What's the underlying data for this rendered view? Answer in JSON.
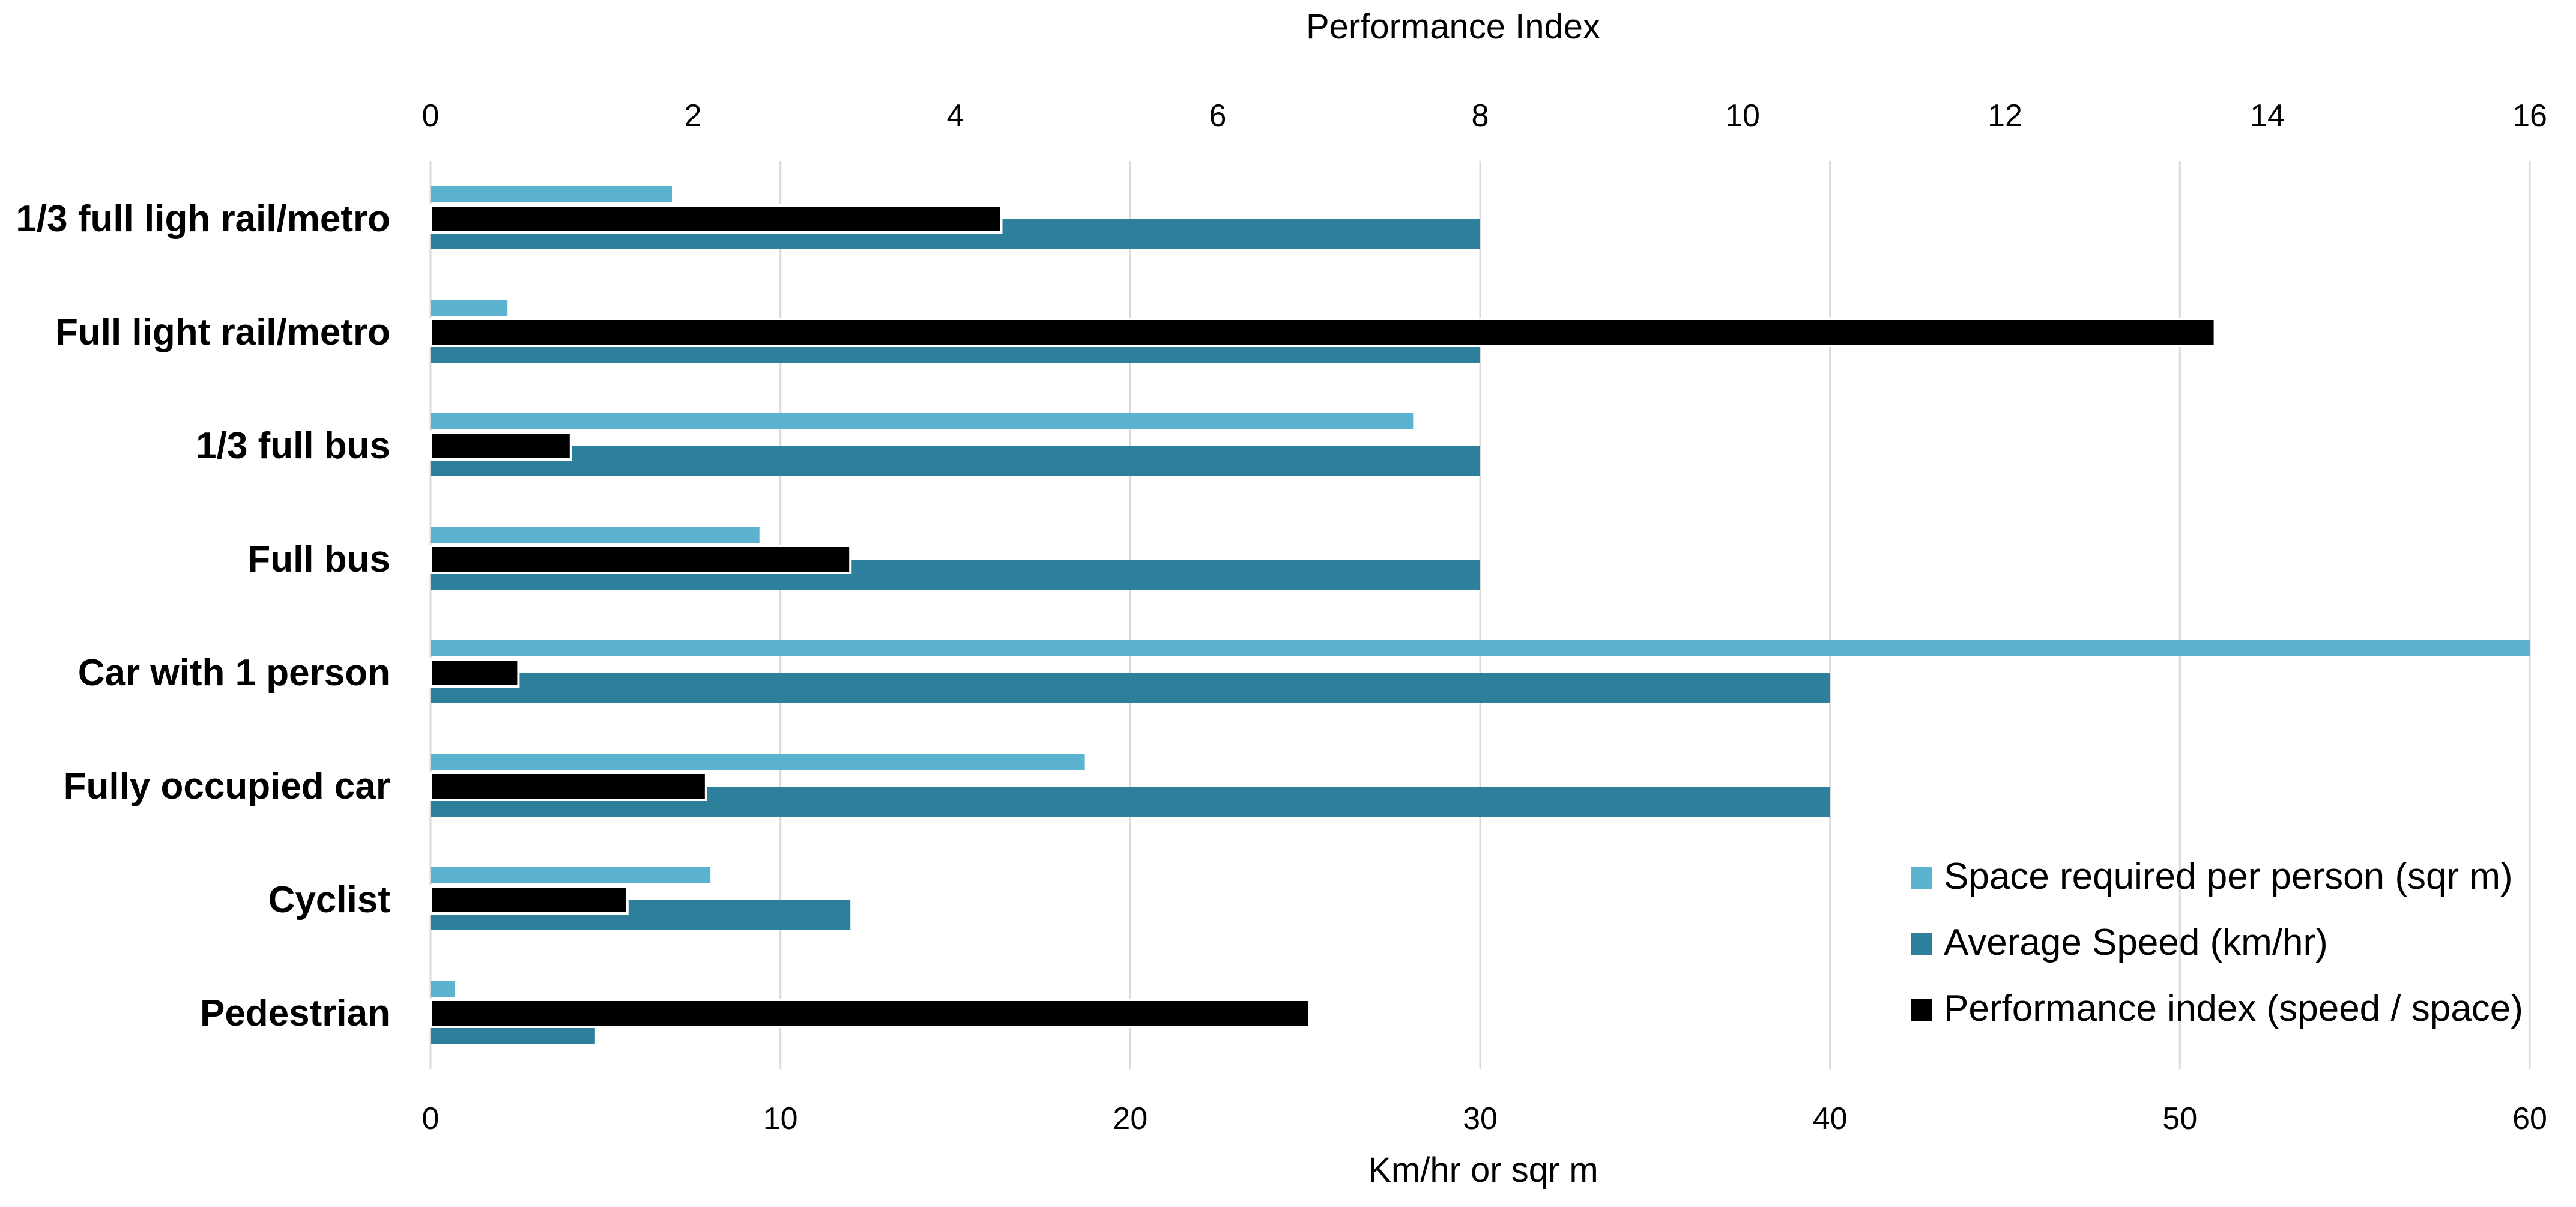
{
  "chart_data": {
    "type": "bar",
    "orientation": "horizontal",
    "categories": [
      "1/3 full ligh rail/metro",
      "Full light rail/metro",
      "1/3 full bus",
      "Full bus",
      "Car with 1 person",
      "Fully occupied car",
      "Cyclist",
      "Pedestrian"
    ],
    "series": [
      {
        "name": "Space required per person (sqr m)",
        "axis": "bottom",
        "color": "#5cb3cf",
        "values": [
          6.9,
          2.2,
          28.1,
          9.4,
          60,
          18.7,
          8,
          0.7
        ]
      },
      {
        "name": "Average Speed (km/hr)",
        "axis": "bottom",
        "color": "#2e7f9b",
        "values": [
          30,
          30,
          30,
          30,
          40,
          40,
          12,
          4.7
        ]
      },
      {
        "name": "Performance index (speed / space)",
        "axis": "top",
        "color": "#000000",
        "values": [
          4.35,
          13.6,
          1.07,
          3.2,
          0.67,
          2.1,
          1.5,
          6.7
        ]
      }
    ],
    "x_bottom": {
      "label": "Km/hr or sqr m",
      "lim": [
        0,
        60
      ],
      "ticks": [
        "0",
        "10",
        "20",
        "30",
        "40",
        "50",
        "60"
      ]
    },
    "x_top": {
      "label": "Performance Index",
      "lim": [
        0,
        16
      ],
      "ticks": [
        "0",
        "2",
        "4",
        "6",
        "8",
        "10",
        "12",
        "14",
        "16"
      ]
    },
    "grid": "vertical",
    "legend": "bottom-right"
  }
}
